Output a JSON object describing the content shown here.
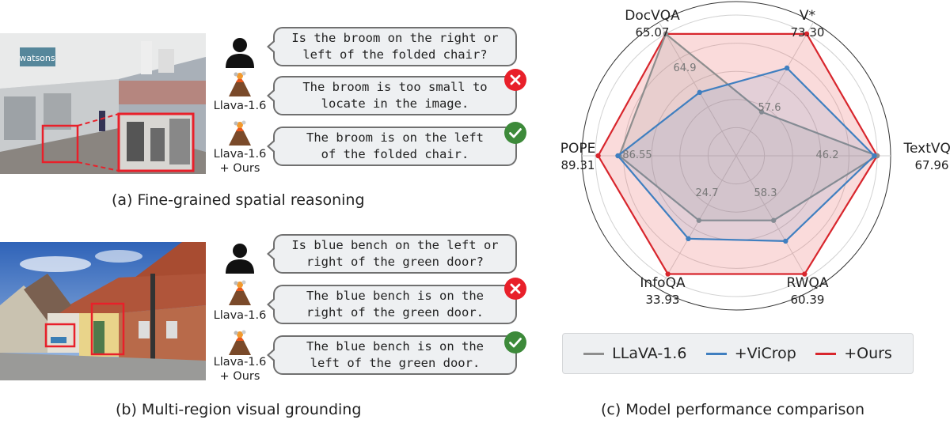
{
  "panel_a": {
    "question": [
      "Is the broom on the right or",
      "left of the folded chair?"
    ],
    "baseline_model": "Llava-1.6",
    "baseline_answer": [
      "The broom is too small to",
      "locate in the image."
    ],
    "ours_model": [
      "Llava-1.6",
      "+ Ours"
    ],
    "ours_answer": [
      "The broom is on the left",
      "of the folded chair."
    ],
    "caption": "(a) Fine-grained spatial reasoning",
    "photo_sign": "watsons"
  },
  "panel_b": {
    "question": [
      "Is blue bench on the left or",
      "right of the green door?"
    ],
    "baseline_model": "Llava-1.6",
    "baseline_answer": [
      "The blue bench is on the",
      "right of the green door."
    ],
    "ours_model": [
      "Llava-1.6",
      "+ Ours"
    ],
    "ours_answer": [
      "The blue bench is on the",
      "left of the green door."
    ],
    "caption": "(b) Multi-region visual grounding"
  },
  "panel_c": {
    "caption": "(c) Model performance comparison"
  },
  "colors": {
    "wrong": "#e8202a",
    "right": "#3d8a3a",
    "llava": "#8e8e8e",
    "vicrop": "#3f7fc0",
    "ours": "#d8262d",
    "ours_fill": "#f6c9c9"
  },
  "icons": [
    "person-icon",
    "volcano-icon",
    "cross-icon",
    "check-icon"
  ],
  "chart_data": {
    "type": "radar",
    "axes": [
      {
        "name": "V*",
        "max_label": "73.30",
        "inner_label": "57.6"
      },
      {
        "name": "TextVQA",
        "max_label": "67.96",
        "inner_label": "46.2"
      },
      {
        "name": "RWQA",
        "max_label": "60.39",
        "inner_label": "58.3"
      },
      {
        "name": "InfoQA",
        "max_label": "33.93",
        "inner_label": "24.7"
      },
      {
        "name": "POPE",
        "max_label": "89.31",
        "inner_label": "86.55"
      },
      {
        "name": "DocVQA",
        "max_label": "65.07",
        "inner_label": "64.9"
      }
    ],
    "series": [
      {
        "name": "LLaVA-1.6",
        "values": [
          0.36,
          1.0,
          0.53,
          0.53,
          0.83,
          1.0
        ]
      },
      {
        "name": "+ViCrop",
        "values": [
          0.72,
          0.98,
          0.7,
          0.68,
          0.84,
          0.52
        ]
      },
      {
        "name": "+Ours",
        "values": [
          1.0,
          1.0,
          0.97,
          0.97,
          0.98,
          1.0
        ]
      }
    ],
    "legend": [
      "LLaVA-1.6",
      "+ViCrop",
      "+Ours"
    ],
    "legend_position": "bottom"
  }
}
